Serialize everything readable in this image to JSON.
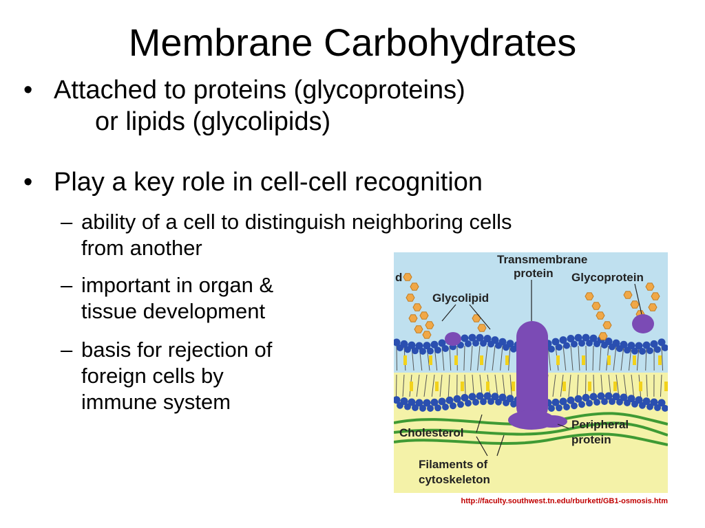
{
  "slide": {
    "title": "Membrane Carbohydrates",
    "bullet_char": "•",
    "dash_char": "–",
    "bullets": [
      {
        "line1": "Attached to proteins (glycoproteins)",
        "line2": "or lipids (glycolipids)"
      },
      {
        "line1": "Play a key role in cell-cell recognition"
      }
    ],
    "sub_bullets": [
      {
        "line1": "ability of a cell to distinguish neighboring cells",
        "line2": "from another"
      },
      {
        "line1": "important in organ &",
        "line2": "tissue development"
      },
      {
        "line1": "basis for rejection of",
        "line2": "foreign cells by",
        "line3": "immune system"
      }
    ]
  },
  "figure": {
    "labels": {
      "transmembrane_1": "Transmembrane",
      "transmembrane_2": "protein",
      "glycoprotein": "Glycoprotein",
      "glycolipid": "Glycolipid",
      "cholesterol": "Cholesterol",
      "peripheral_1": "Peripheral",
      "peripheral_2": "protein",
      "filaments_1": "Filaments of",
      "filaments_2": "cytoskeleton",
      "partial_left": "d"
    },
    "colors": {
      "sky": "#bfe0ef",
      "cytoplasm": "#f4f2a8",
      "lipid_head": "#2a4fb0",
      "protein": "#7b4bb5",
      "sugar": "#f0a848",
      "cholesterol": "#f2d21c",
      "filament": "#3f9a34"
    }
  },
  "source_url": "http://faculty.southwest.tn.edu/rburkett/GB1-osmosis.htm"
}
